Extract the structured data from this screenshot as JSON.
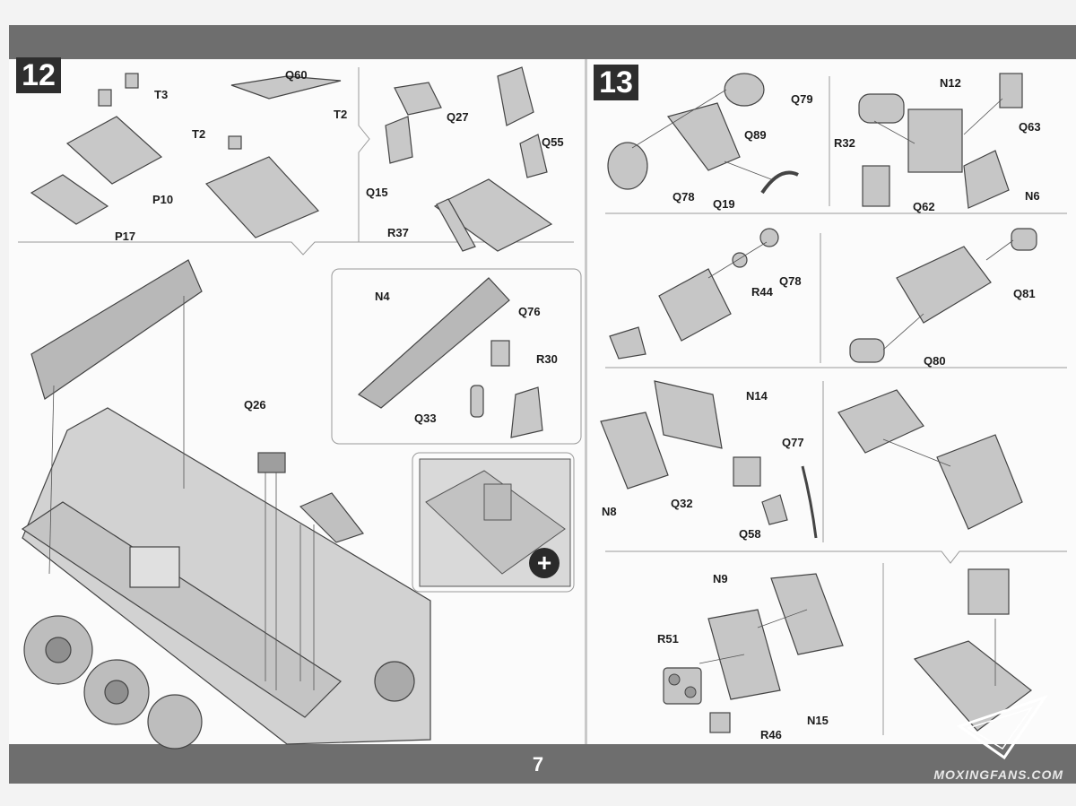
{
  "page": {
    "number": "7",
    "watermark": "MOXINGFANS.COM"
  },
  "steps": [
    {
      "number": "12"
    },
    {
      "number": "13"
    }
  ],
  "step12_labels": {
    "t3": "T3",
    "q60": "Q60",
    "t2a": "T2",
    "t2b": "T2",
    "q27": "Q27",
    "p10": "P10",
    "p17": "P17",
    "q15": "Q15",
    "q55": "Q55",
    "r37": "R37",
    "n4": "N4",
    "q76": "Q76",
    "r30": "R30",
    "q33": "Q33",
    "q26": "Q26"
  },
  "step13_labels": {
    "q79": "Q79",
    "q89": "Q89",
    "q78a": "Q78",
    "q19": "Q19",
    "n12": "N12",
    "q63": "Q63",
    "r32": "R32",
    "q62": "Q62",
    "n6": "N6",
    "q78b": "Q78",
    "r44": "R44",
    "q81": "Q81",
    "q80": "Q80",
    "n14": "N14",
    "q77": "Q77",
    "n8": "N8",
    "q32": "Q32",
    "q58": "Q58",
    "n9": "N9",
    "r51": "R51",
    "n15": "N15",
    "r46": "R46"
  },
  "icons": {
    "zoom": "zoom-in-icon",
    "logo": "moxingfans-logo"
  },
  "colors": {
    "band": "#6e6e6e",
    "step_badge": "#2e2e2e",
    "part_fill": "#c8c8c8",
    "part_stroke": "#444444"
  }
}
